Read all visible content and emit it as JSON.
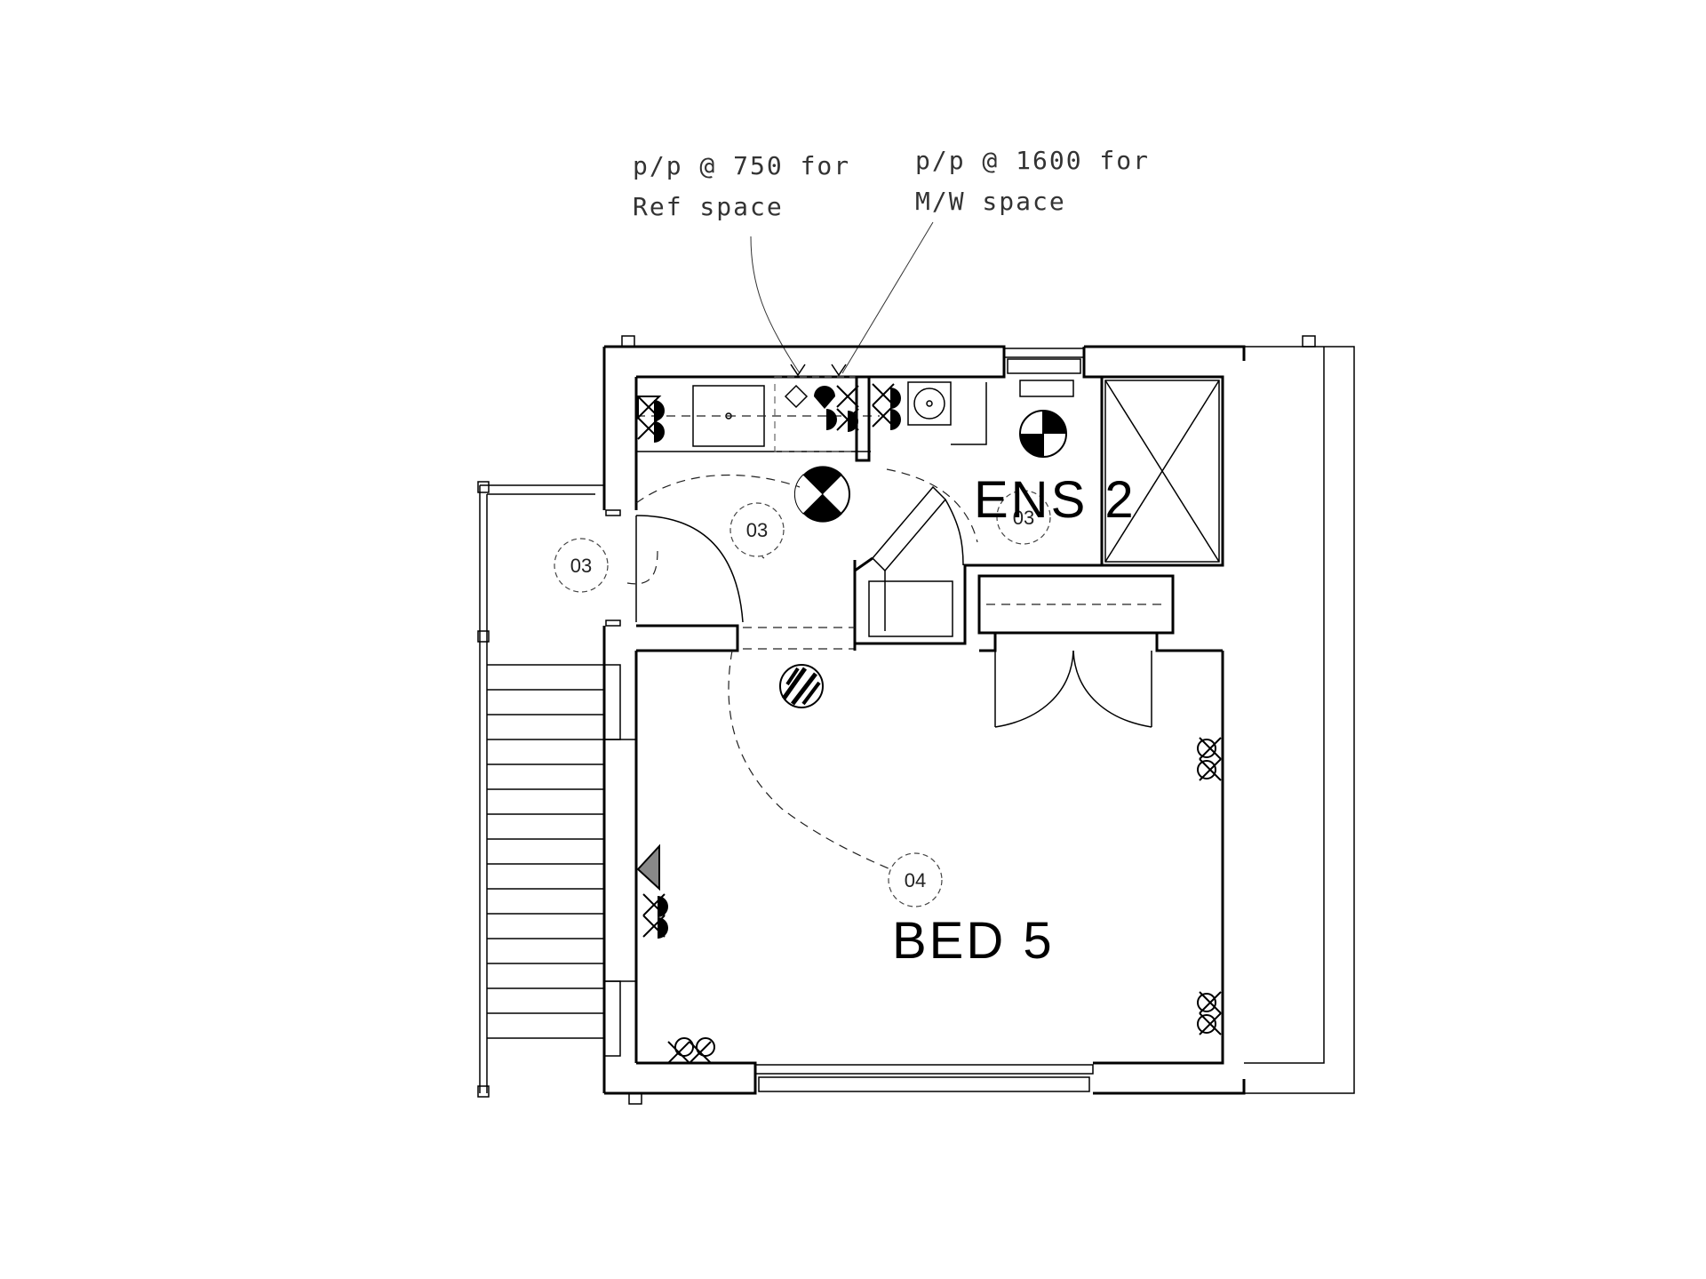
{
  "annotations": {
    "note_ref_line1": "p/p @ 750 for",
    "note_ref_line2": "Ref space",
    "note_mw_line1": "p/p @ 1600 for",
    "note_mw_line2": "M/W space"
  },
  "rooms": {
    "ens2_label": "ENS 2",
    "bed5_label": "BED 5"
  },
  "circuit_tags": {
    "tag_left": "03",
    "tag_center": "03",
    "tag_ens": "03",
    "tag_bed": "04"
  }
}
